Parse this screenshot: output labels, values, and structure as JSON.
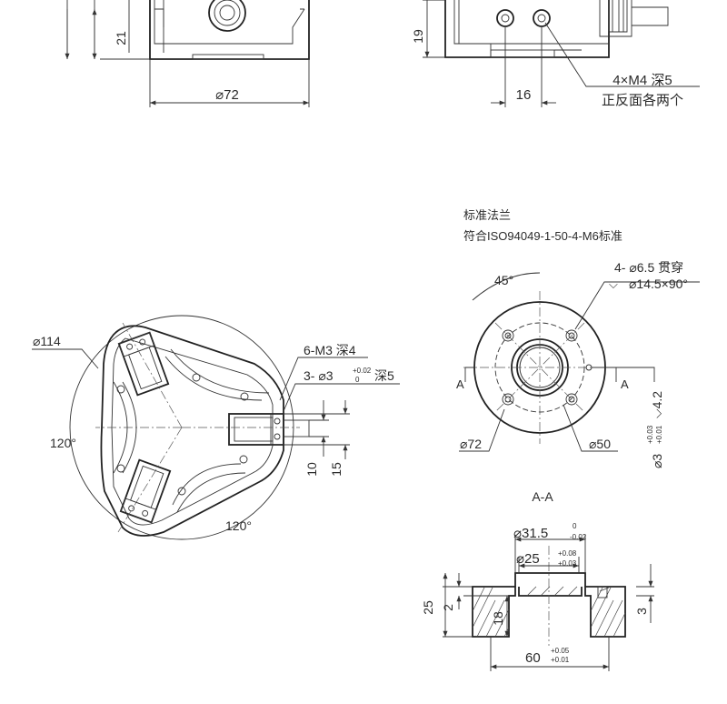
{
  "top_left": {
    "dim_height": "21",
    "dim_diameter": "⌀72"
  },
  "top_right": {
    "dim_height": "19",
    "dim_spacing": "16",
    "thread_note_line1": "4×M4 深5",
    "thread_note_line2": "正反面各两个"
  },
  "flange": {
    "title": "标准法兰",
    "standard": "符合ISO94049-1-50-4-M6标准",
    "angle": "45°",
    "hole_note_line1": "4- ⌀6.5 贯穿",
    "hole_note_line2_symbol": "⌵",
    "hole_note_line2": "⌀14.5×90°",
    "section_mark_left": "A",
    "section_mark_right": "A",
    "dim_outer": "⌀72",
    "dim_pcd": "⌀50",
    "pin_hole_prefix": "⌀3",
    "pin_hole_tol_upper": "+0.03",
    "pin_hole_tol_lower": "+0.01",
    "pin_hole_depth": "⌵4.2"
  },
  "gripper": {
    "dim_diameter": "⌀114",
    "thread_note": "6-M3 深4",
    "pin_note_prefix": "3- ⌀3",
    "pin_tol_upper": "+0.02",
    "pin_tol_lower": "0",
    "pin_depth": "深5",
    "angle_left": "120°",
    "angle_bottom": "120°",
    "dim_10": "10",
    "dim_15": "15"
  },
  "section": {
    "title": "A-A",
    "dim_31_5": "⌀31.5",
    "dim_31_5_tol_upper": "0",
    "dim_31_5_tol_lower": "-0.02",
    "dim_25": "⌀25",
    "dim_25_tol_upper": "+0.08",
    "dim_25_tol_lower": "+0.03",
    "dim_height_total": "25",
    "dim_2": "2",
    "dim_18": "18",
    "dim_3": "3",
    "dim_60": "60",
    "dim_60_tol_upper": "+0.05",
    "dim_60_tol_lower": "+0.01"
  }
}
